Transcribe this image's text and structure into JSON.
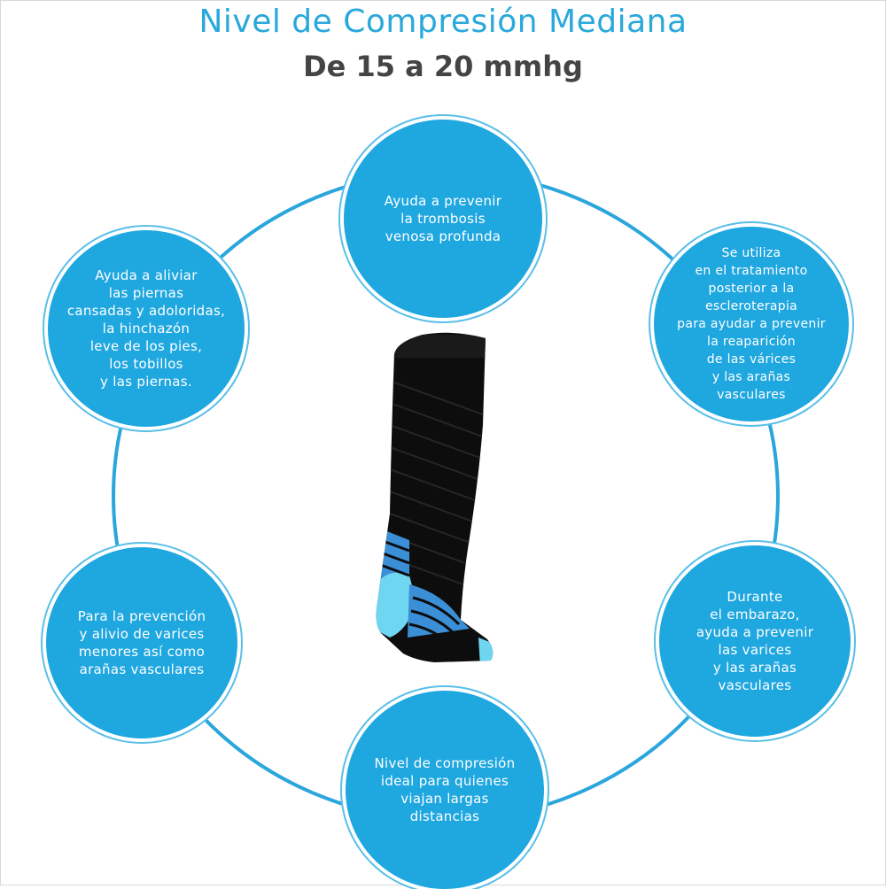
{
  "header": {
    "title": "Nivel de Compresión Mediana",
    "subtitle": "De 15 a 20 mmhg"
  },
  "benefits": [
    "Ayuda a prevenir\nla trombosis\nvenosa profunda",
    "Se utiliza\nen el tratamiento\nposterior a la\nescleroterapia\npara ayudar a prevenir\nla reaparición\nde las várices\ny las arañas\nvasculares",
    "Durante\nel embarazo,\nayuda a prevenir\nlas varices\ny las arañas\nvasculares",
    "Nivel de compresión\nideal para quienes\nviajan largas\ndistancias",
    "Para la prevención\ny alivio de varices\nmenores así como\narañas vasculares",
    "Ayuda a aliviar\nlas piernas\ncansadas y adoloridas,\nla hinchazón\nleve de los pies,\nlos tobillos\ny las piernas."
  ],
  "colors": {
    "title": "#29a8dc",
    "subtitle": "#444444",
    "bubble": "#1fa7e0",
    "ring": "#2aa6dd",
    "sock_body": "#0d0d0d",
    "sock_accent": "#3b8fd6",
    "sock_heel": "#6fd6f2"
  },
  "image": {
    "icon": "compression-sock-icon"
  }
}
